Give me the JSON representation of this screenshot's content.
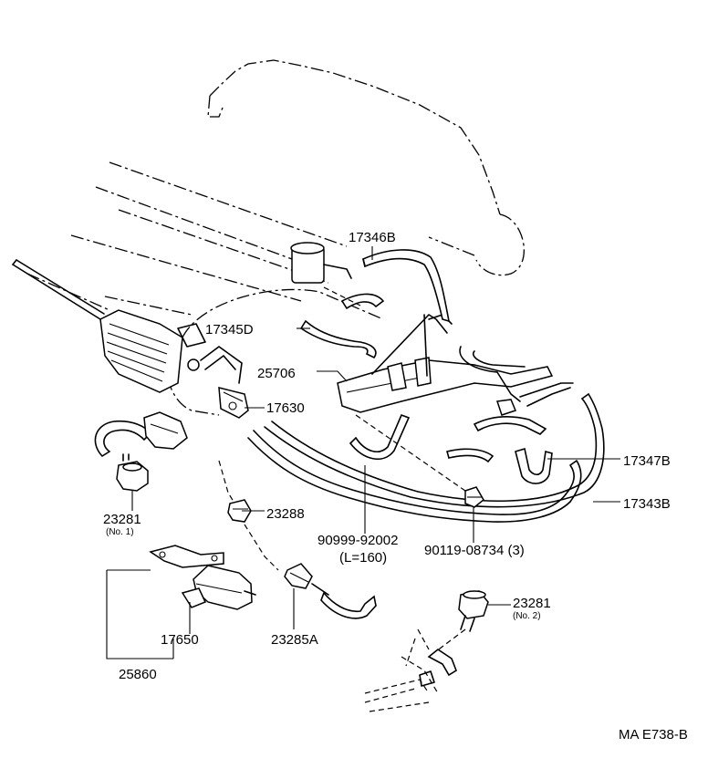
{
  "labels": {
    "p17346b": "17346B",
    "p17345d": "17345D",
    "p25706": "25706",
    "p17630": "17630",
    "p23281_no1": "23281",
    "p23281_no1_sub": "(No. 1)",
    "p23288": "23288",
    "p17650": "17650",
    "p25860": "25860",
    "p23285a": "23285A",
    "p90999": "90999-92002",
    "p90999_sub": "(L=160)",
    "p90119": "90119-08734 (3)",
    "p17347b": "17347B",
    "p17343b": "17343B",
    "p23281_no2": "23281",
    "p23281_no2_sub": "(No. 2)",
    "ref": "MA E738-B"
  }
}
